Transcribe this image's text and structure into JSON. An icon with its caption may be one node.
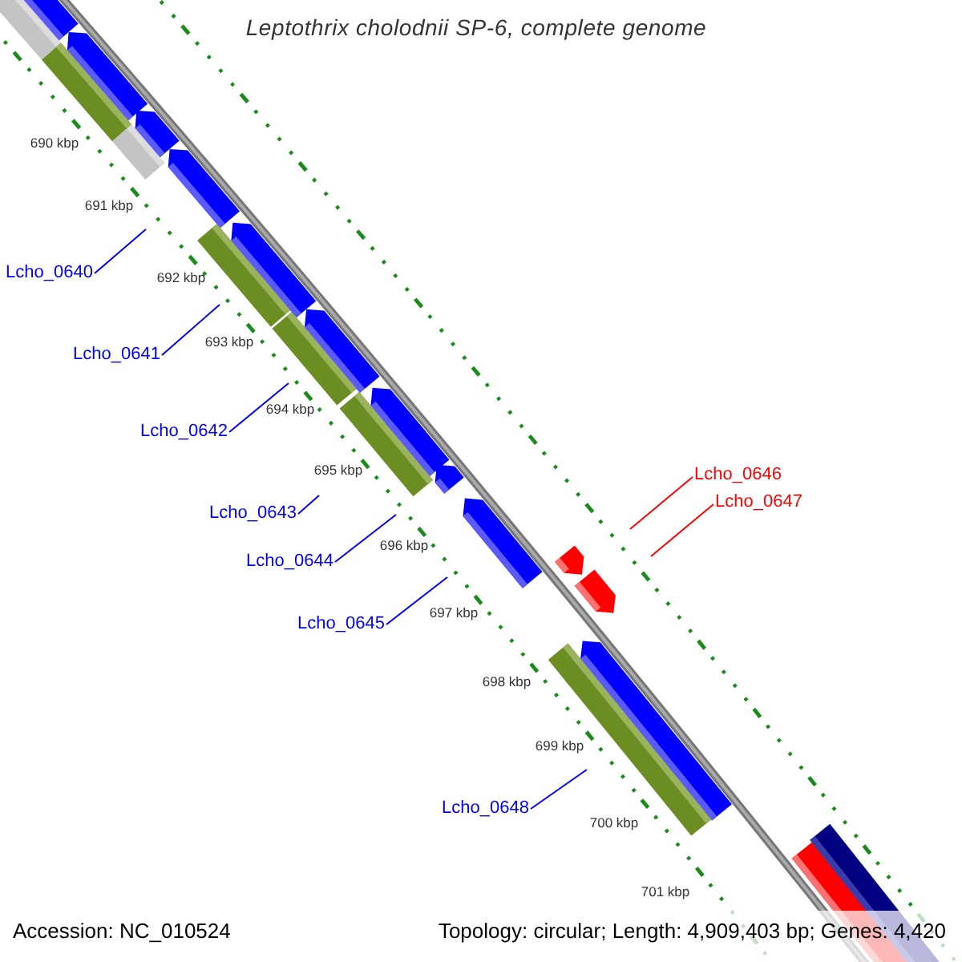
{
  "diagram": {
    "title": "Leptothrix cholodnii SP-6, complete genome",
    "nodes": [
      {
        "text": [
          "Lcho_0640"
        ]
      },
      {
        "text": [
          "Lcho_0641"
        ]
      },
      {
        "text": [
          "Lcho_0642"
        ]
      },
      {
        "text": [
          "Lcho_0643"
        ]
      },
      {
        "text": [
          "Lcho_0644"
        ]
      },
      {
        "text": [
          "Lcho_0645"
        ]
      },
      {
        "text": [
          "Lcho_0646"
        ]
      },
      {
        "text": [
          "Lcho_0647"
        ]
      },
      {
        "text": [
          "Lcho_0648"
        ]
      }
    ],
    "edges": [
      {
        "from": 0,
        "to": null,
        "arrow": "none"
      },
      {
        "from": 1,
        "to": null,
        "arrow": "none"
      },
      {
        "from": 2,
        "to": null,
        "arrow": "none"
      },
      {
        "from": 3,
        "to": null,
        "arrow": "none"
      },
      {
        "from": 4,
        "to": null,
        "arrow": "none"
      },
      {
        "from": 5,
        "to": null,
        "arrow": "none"
      },
      {
        "from": 6,
        "to": null,
        "arrow": "none",
        "color": "#ff0000"
      },
      {
        "from": 7,
        "to": null,
        "arrow": "none",
        "color": "#ff0000"
      },
      {
        "from": 8,
        "to": null,
        "arrow": "none"
      }
    ],
    "labels": [
      "690 kbp",
      "691 kbp",
      "692 kbp",
      "693 kbp",
      "694 kbp",
      "695 kbp",
      "696 kbp",
      "697 kbp",
      "698 kbp",
      "699 kbp",
      "700 kbp",
      "701 kbp",
      "Accession: NC_010524",
      "Topology: circular; Length: 4,909,403 bp; Genes: 4,420"
    ]
  }
}
